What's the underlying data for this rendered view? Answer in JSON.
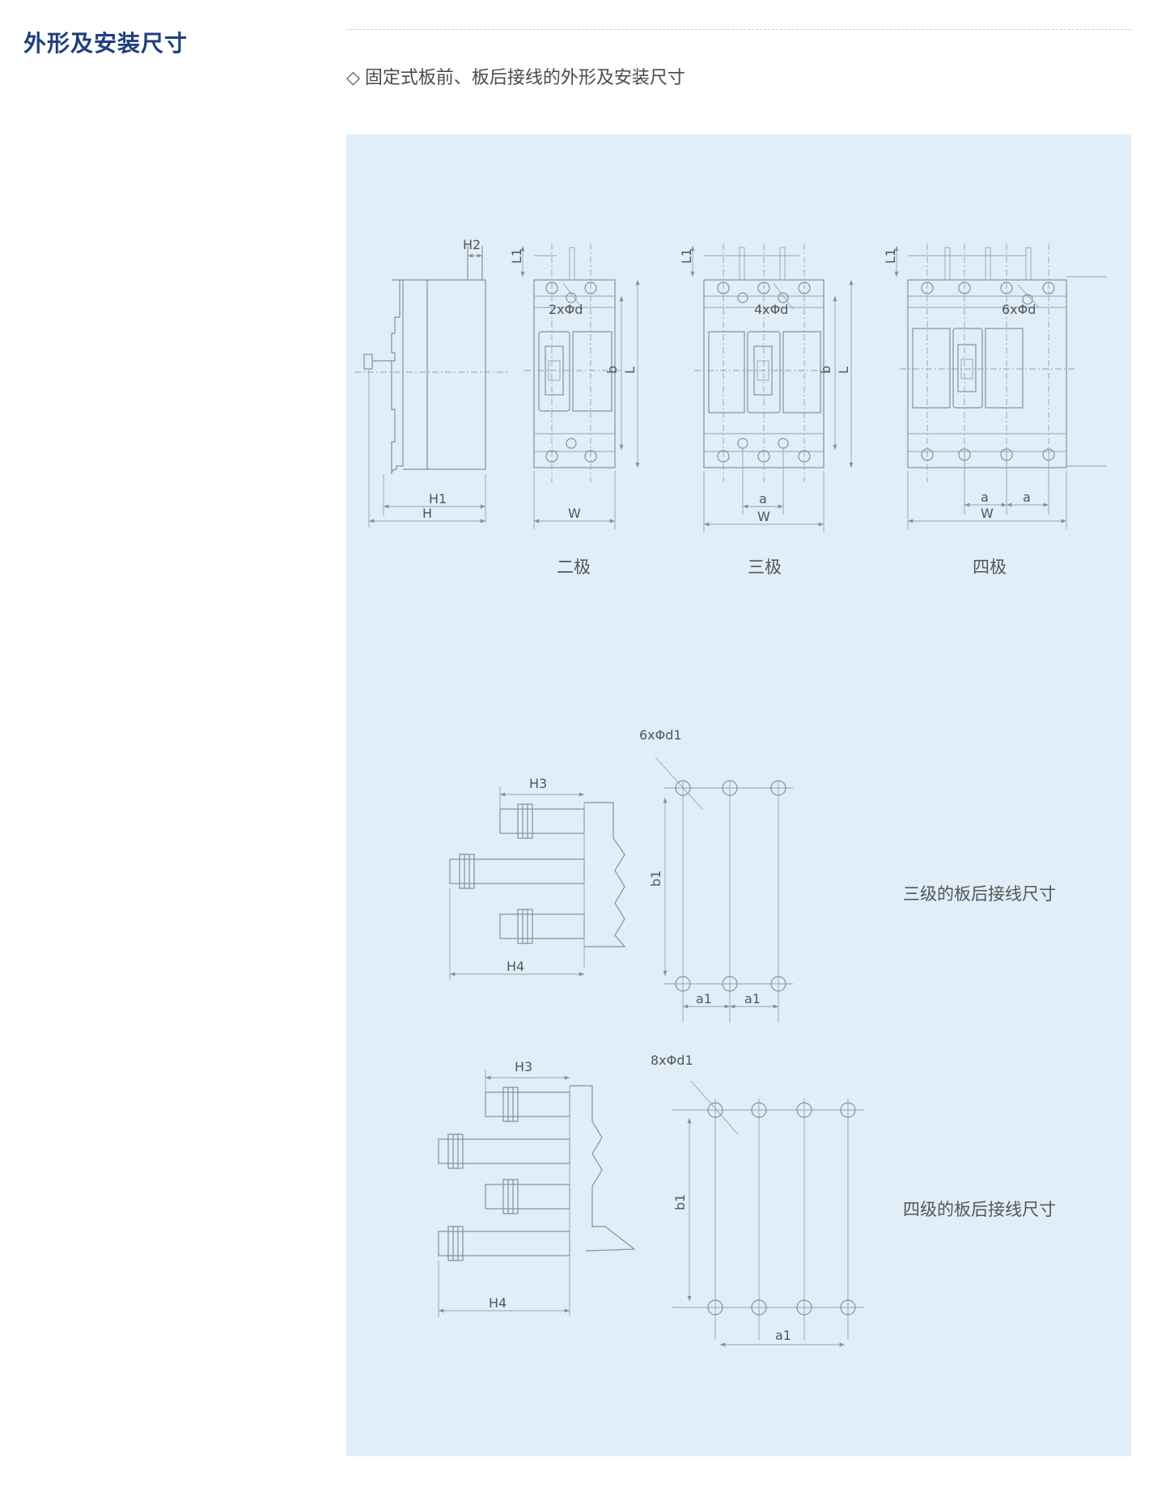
{
  "title": "外形及安装尺寸",
  "subtitle": "固定式板前、板后接线的外形及安装尺寸",
  "subtitle_marker": "◇",
  "captions": {
    "two_pole": "二极",
    "three_pole": "三极",
    "four_pole": "四极",
    "three_rear": "三级的板后接线尺寸",
    "four_rear": "四级的板后接线尺寸"
  },
  "dims": {
    "H": "H",
    "H1": "H1",
    "H2": "H2",
    "H3": "H3",
    "H4": "H4",
    "L": "L",
    "L1": "L1",
    "W": "W",
    "a": "a",
    "a1": "a1",
    "b": "b",
    "b1": "b1",
    "holes_2p": "2xΦd",
    "holes_3p": "4xΦd",
    "holes_4p": "6xΦd",
    "holes_3r": "6xΦd1",
    "holes_4r": "8xΦd1"
  }
}
